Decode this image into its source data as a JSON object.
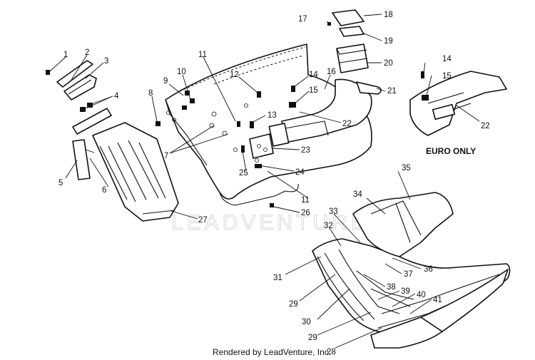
{
  "diagram": {
    "watermark": "LEADVENTURE",
    "note": "EURO ONLY",
    "credit": "Rendered by LeadVenture, Inc.",
    "callouts": [
      "1",
      "2",
      "3",
      "4",
      "5",
      "6",
      "7",
      "8",
      "9",
      "10",
      "11",
      "11",
      "12",
      "13",
      "14",
      "14",
      "15",
      "15",
      "16",
      "17",
      "18",
      "19",
      "20",
      "21",
      "22",
      "22",
      "23",
      "24",
      "25",
      "26",
      "27",
      "28",
      "29",
      "29",
      "30",
      "31",
      "32",
      "33",
      "34",
      "35",
      "36",
      "37",
      "38",
      "39",
      "40",
      "41"
    ]
  }
}
